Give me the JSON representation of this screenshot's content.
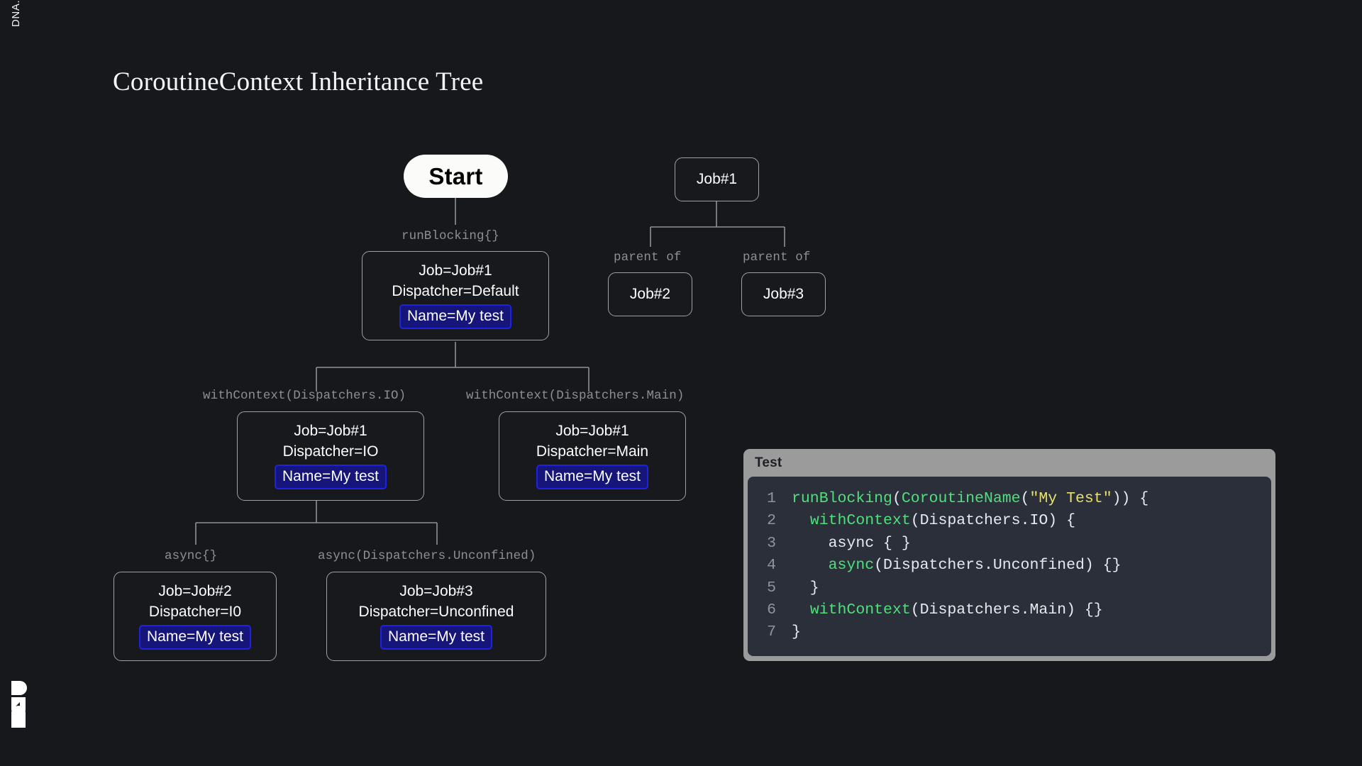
{
  "brand": {
    "vertical_text": "DNA.inc",
    "logo_name": "dna-logo"
  },
  "title": "CoroutineContext Inheritance Tree",
  "colors": {
    "background": "#16181b",
    "node_border": "#9da2a9",
    "node_fill": "#17191d",
    "badge_fill": "#15157a",
    "badge_border": "#2121e0",
    "edge_label": "#8b9096",
    "code_header": "#9b9b9b",
    "code_body": "#2b2f3a",
    "code_keyword_green": "#4ee07a",
    "code_string_yellow": "#e8e06a",
    "start_pill": "#fbfbfa"
  },
  "tree": {
    "start": {
      "label": "Start"
    },
    "nodes": [
      {
        "id": "ctx-root",
        "lines": [
          "Job=Job#1",
          "Dispatcher=Default"
        ],
        "badge": "Name=My test"
      },
      {
        "id": "ctx-io",
        "lines": [
          "Job=Job#1",
          "Dispatcher=IO"
        ],
        "badge": "Name=My test"
      },
      {
        "id": "ctx-main",
        "lines": [
          "Job=Job#1",
          "Dispatcher=Main"
        ],
        "badge": "Name=My test"
      },
      {
        "id": "ctx-job2",
        "lines": [
          "Job=Job#2",
          "Dispatcher=I0"
        ],
        "badge": "Name=My test"
      },
      {
        "id": "ctx-job3",
        "lines": [
          "Job=Job#3",
          "Dispatcher=Unconfined"
        ],
        "badge": "Name=My test"
      }
    ],
    "edge_labels": [
      {
        "id": "edge-runblocking",
        "text": "runBlocking{}"
      },
      {
        "id": "edge-withcontext-io",
        "text": "withContext(Dispatchers.IO)"
      },
      {
        "id": "edge-withcontext-main",
        "text": "withContext(Dispatchers.Main)"
      },
      {
        "id": "edge-async",
        "text": "async{}"
      },
      {
        "id": "edge-async-unconfined",
        "text": "async(Dispatchers.Unconfined)"
      }
    ]
  },
  "jobs": {
    "root": "Job#1",
    "children": [
      "Job#2",
      "Job#3"
    ],
    "edge_labels": [
      "parent of",
      "parent of"
    ]
  },
  "code": {
    "title": "Test",
    "lines": [
      {
        "n": "1",
        "segments": [
          {
            "t": "runBlocking",
            "c": "fn"
          },
          {
            "t": "(",
            "c": "pl"
          },
          {
            "t": "CoroutineName",
            "c": "fn"
          },
          {
            "t": "(",
            "c": "pl"
          },
          {
            "t": "\"My Test\"",
            "c": "str"
          },
          {
            "t": ")) {",
            "c": "pl"
          }
        ]
      },
      {
        "n": "2",
        "segments": [
          {
            "t": "  ",
            "c": "pl"
          },
          {
            "t": "withContext",
            "c": "fn"
          },
          {
            "t": "(Dispatchers.IO) {",
            "c": "pl"
          }
        ]
      },
      {
        "n": "3",
        "segments": [
          {
            "t": "    async { }",
            "c": "pl"
          }
        ]
      },
      {
        "n": "4",
        "segments": [
          {
            "t": "    ",
            "c": "pl"
          },
          {
            "t": "async",
            "c": "fn"
          },
          {
            "t": "(Dispatchers.Unconfined) {}",
            "c": "pl"
          }
        ]
      },
      {
        "n": "5",
        "segments": [
          {
            "t": "  }",
            "c": "pl"
          }
        ]
      },
      {
        "n": "6",
        "segments": [
          {
            "t": "  ",
            "c": "pl"
          },
          {
            "t": "withContext",
            "c": "fn"
          },
          {
            "t": "(Dispatchers.Main) {}",
            "c": "pl"
          }
        ]
      },
      {
        "n": "7",
        "segments": [
          {
            "t": "}",
            "c": "pl"
          }
        ]
      }
    ]
  }
}
